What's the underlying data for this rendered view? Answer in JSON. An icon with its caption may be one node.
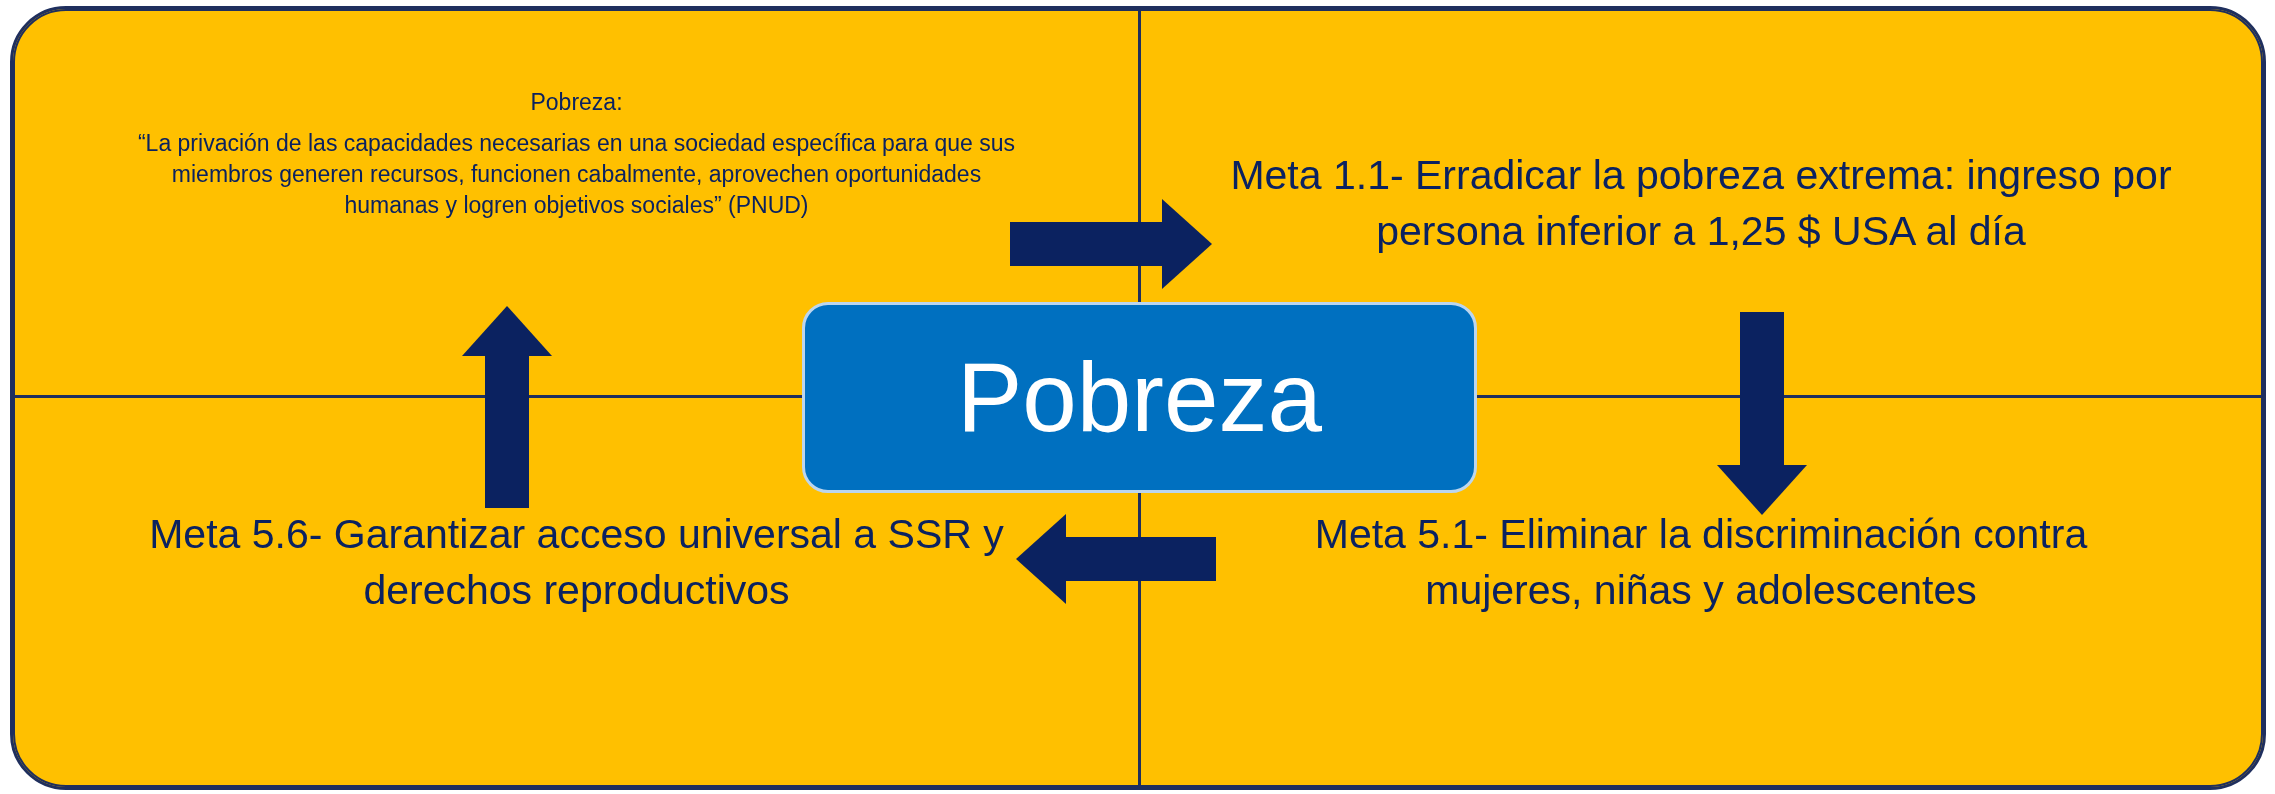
{
  "diagram": {
    "nodes": [
      {
        "text": [],
        "shape": "box"
      },
      {
        "text": [
          "Pobreza:",
          "“La privación de las capacidades necesarias en una sociedad específica para que sus miembros generen recursos, funcionen cabalmente, aprovechen oportunidades humanas y logren objetivos sociales” (PNUD)"
        ],
        "in": 0
      },
      {
        "text": [
          "Meta 1.1- Erradicar la pobreza extrema: ingreso por persona inferior a 1,25 $ USA al día"
        ],
        "in": 0
      },
      {
        "text": [
          "Pobreza"
        ],
        "in": 0
      },
      {
        "text": [
          "Meta 5.6- Garantizar acceso universal a SSR y derechos reproductivos"
        ],
        "in": 0
      },
      {
        "text": [
          "Meta 5.1- Eliminar la discriminación contra mujeres, niñas y adolescentes"
        ],
        "in": 0
      }
    ],
    "edges": [
      {
        "from": 1,
        "to": 2,
        "arrow": "to"
      },
      {
        "from": 2,
        "to": 5,
        "arrow": "to"
      },
      {
        "from": 5,
        "to": 4,
        "arrow": "to"
      },
      {
        "from": 4,
        "to": 1,
        "arrow": "to"
      }
    ]
  }
}
